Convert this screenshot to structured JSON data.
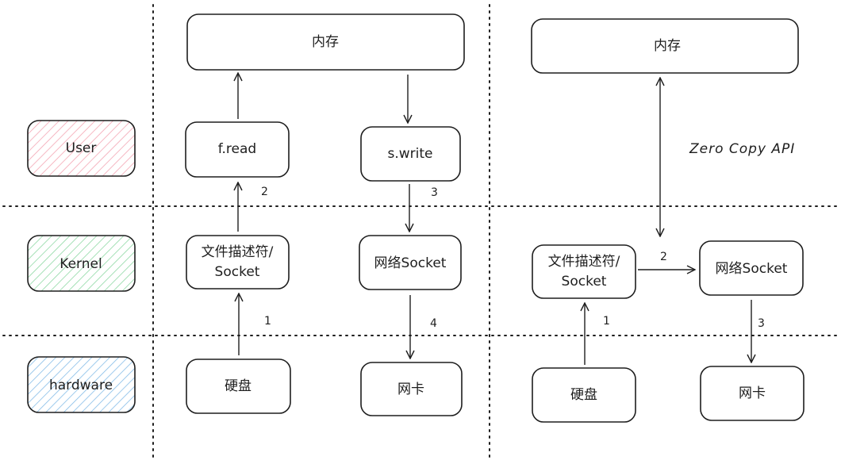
{
  "layers": {
    "user": {
      "label": "User",
      "color": "#f4a6b4"
    },
    "kernel": {
      "label": "Kernel",
      "color": "#8fd9a5"
    },
    "hardware": {
      "label": "hardware",
      "color": "#86bde8"
    }
  },
  "left": {
    "memory": "内存",
    "fread": "f.read",
    "swrite": "s.write",
    "fd": [
      "文件描述符/",
      "Socket"
    ],
    "netsocket": "网络Socket",
    "disk": "硬盘",
    "nic": "网卡",
    "steps": {
      "s1": "1",
      "s2": "2",
      "s3": "3",
      "s4": "4"
    }
  },
  "right": {
    "memory": "内存",
    "fd": [
      "文件描述符/",
      "Socket"
    ],
    "netsocket": "网络Socket",
    "disk": "硬盘",
    "nic": "网卡",
    "annotation": "Zero Copy API",
    "steps": {
      "s1": "1",
      "s2": "2",
      "s3": "3"
    }
  }
}
